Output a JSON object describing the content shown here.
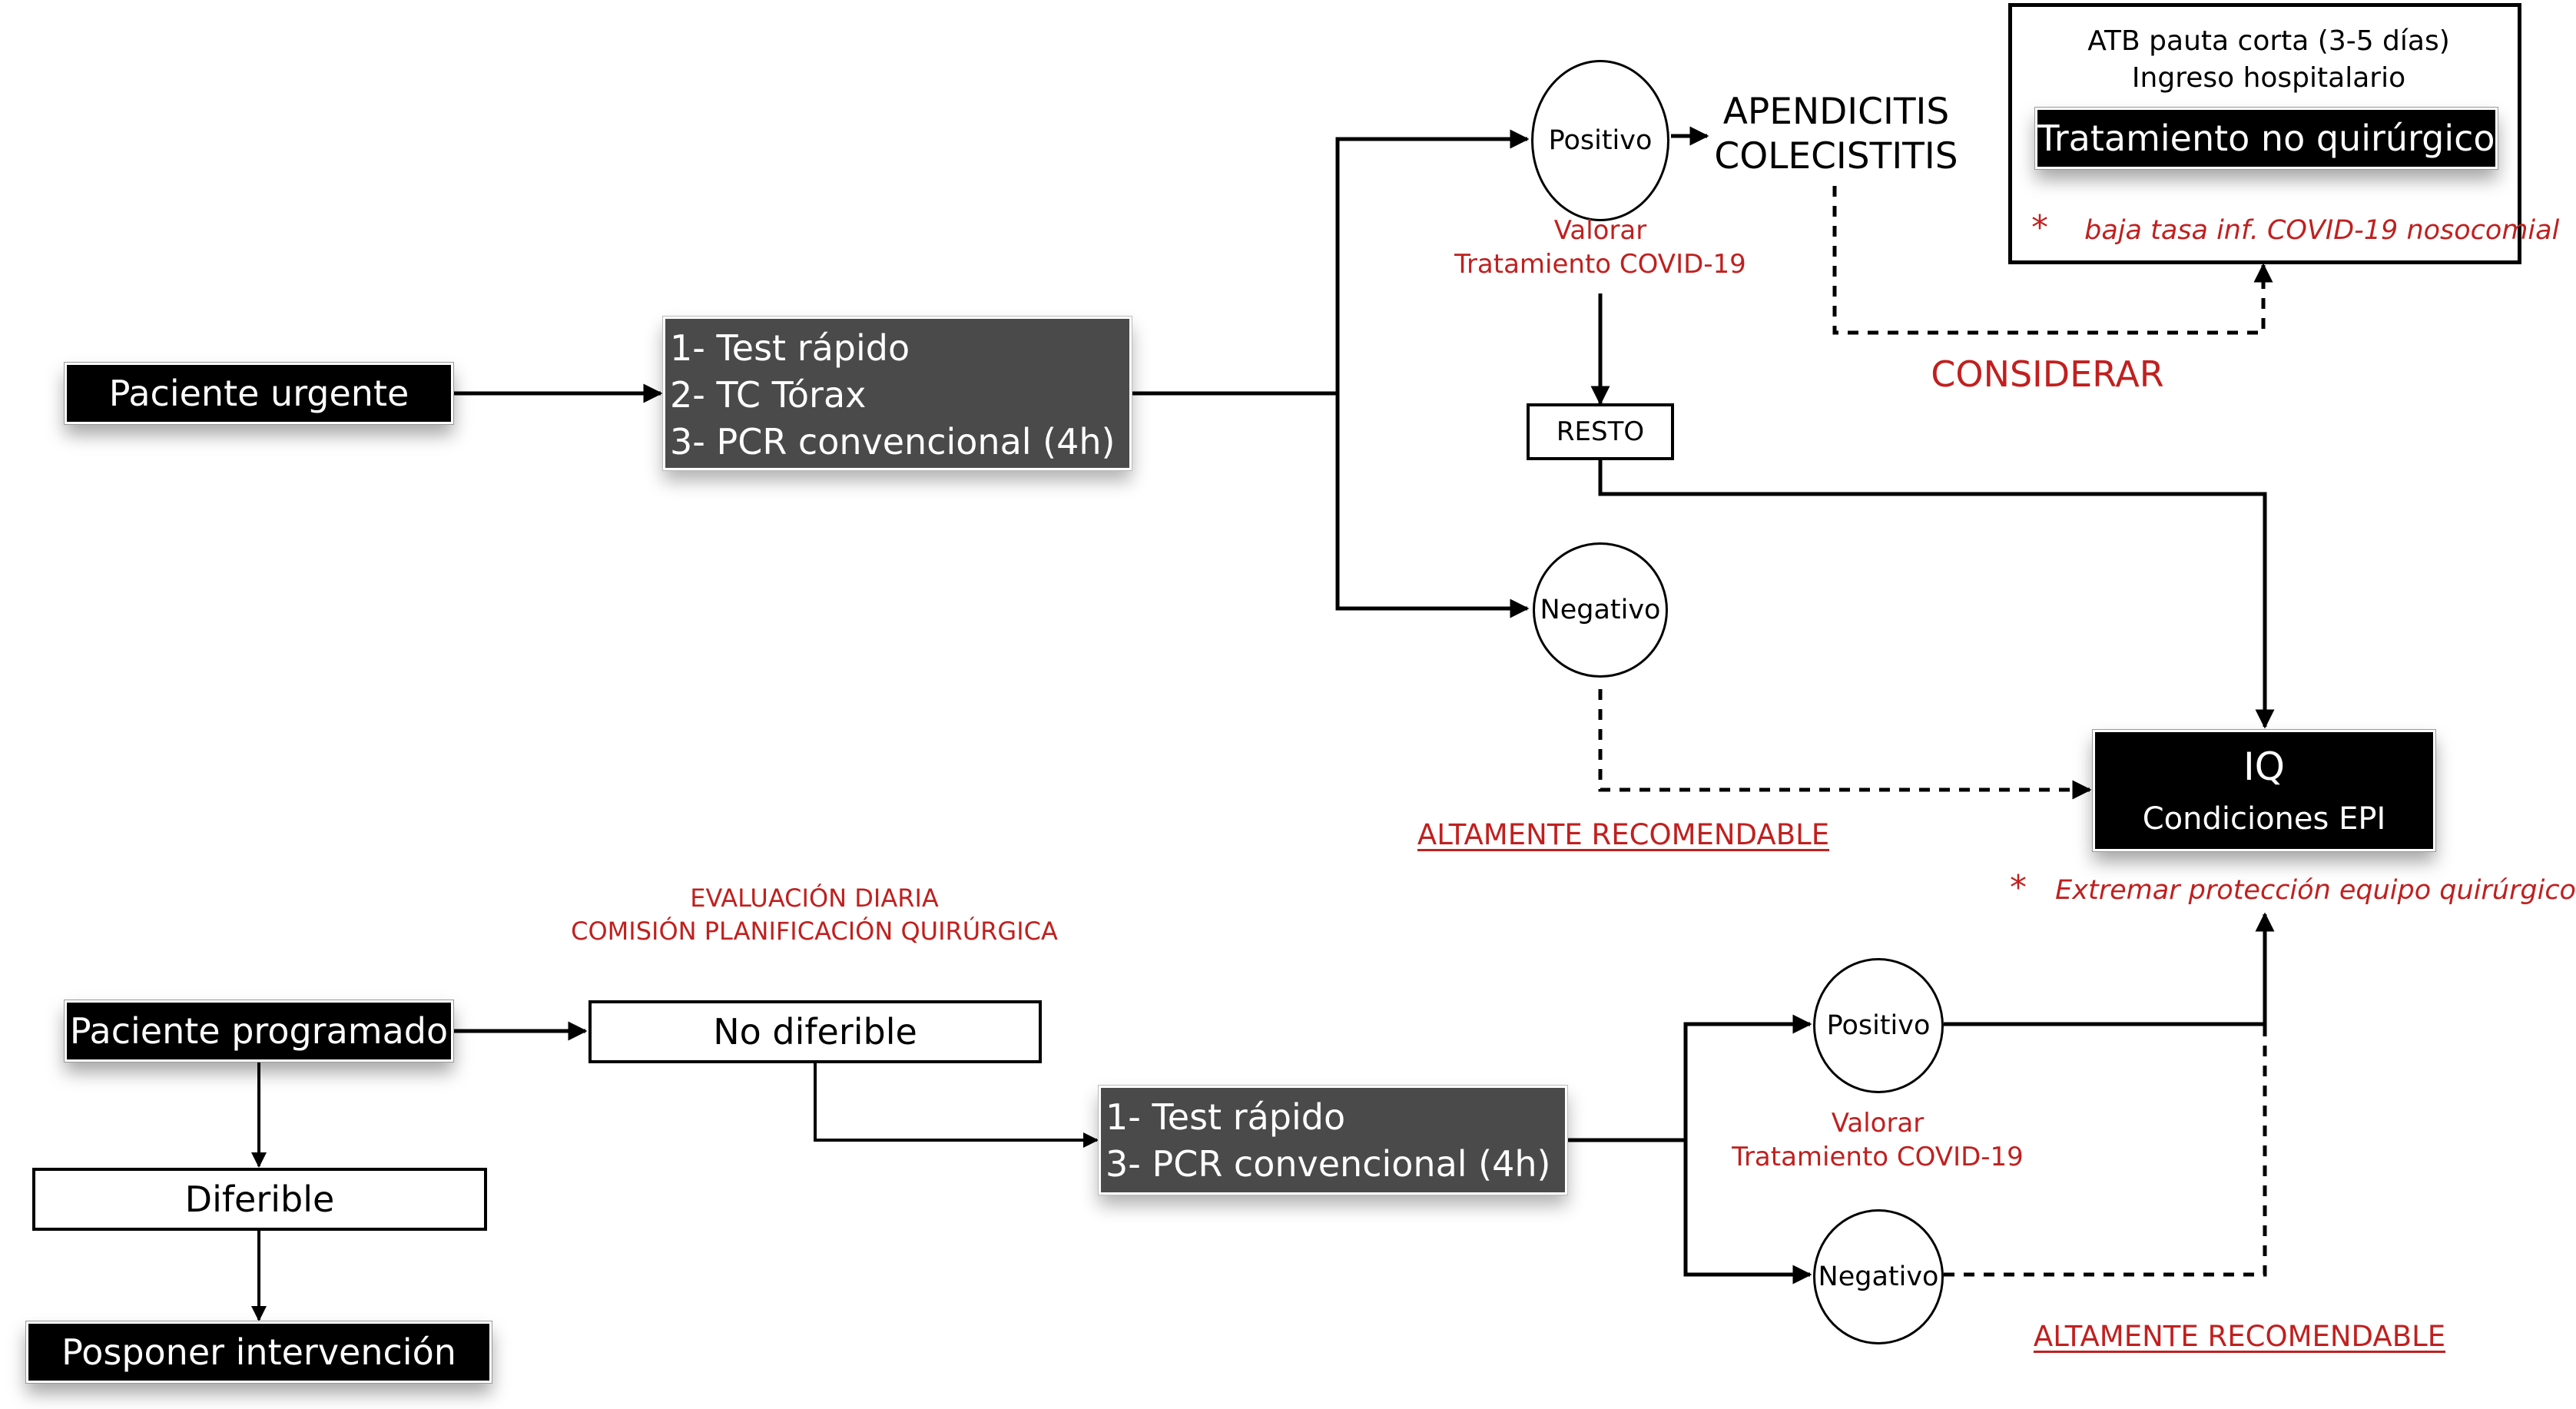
{
  "colors": {
    "accent_red": "#c0201f",
    "node_black": "#000000",
    "node_dark_gray": "#4a4a4a",
    "line": "#000000"
  },
  "urgent": {
    "start_label": "Paciente urgente",
    "tests": [
      "1- Test rápido",
      "2- TC Tórax",
      "3- PCR convencional (4h)"
    ],
    "positive_label": "Positivo",
    "negative_label": "Negativo",
    "positive_note": [
      "Valorar",
      "Tratamiento COVID-19"
    ],
    "diagnoses": [
      "APENDICITIS",
      "COLECISTITIS"
    ],
    "rest_label": "RESTO",
    "consider_label": "CONSIDERAR",
    "highly_recommended_label": "ALTAMENTE RECOMENDABLE"
  },
  "non_surgical_box": {
    "lines": [
      "ATB pauta corta (3-5 días)",
      "Ingreso hospitalario"
    ],
    "title": "Tratamiento no quirúrgico",
    "note_marker": "*",
    "note": "baja tasa inf. COVID-19 nosocomial"
  },
  "surgery_box": {
    "title": "IQ",
    "subtitle": "Condiciones EPI",
    "note_marker": "*",
    "note": "Extremar protección equipo quirúrgico"
  },
  "scheduled": {
    "committee_note": [
      "EVALUACIÓN DIARIA",
      "COMISIÓN PLANIFICACIÓN QUIRÚRGICA"
    ],
    "start_label": "Paciente programado",
    "not_deferrable_label": "No diferible",
    "deferrable_label": "Diferible",
    "postpone_label": "Posponer intervención",
    "tests": [
      "1- Test rápido",
      "3- PCR convencional (4h)"
    ],
    "positive_label": "Positivo",
    "negative_label": "Negativo",
    "positive_note": [
      "Valorar",
      "Tratamiento COVID-19"
    ],
    "highly_recommended_label": "ALTAMENTE RECOMENDABLE"
  }
}
